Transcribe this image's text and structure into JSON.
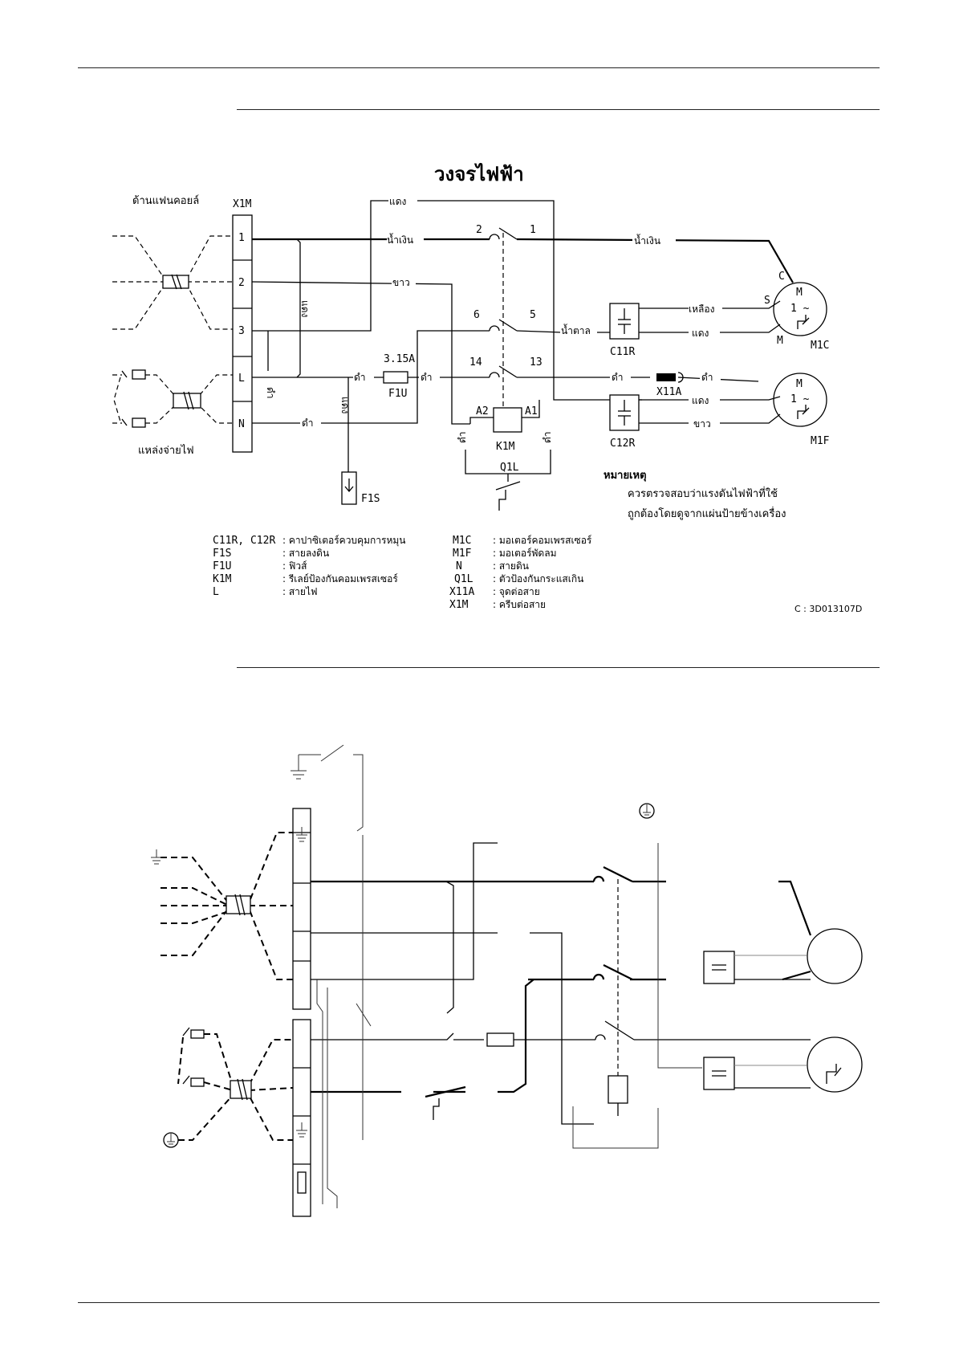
{
  "title": "วงจรไฟฟ้า",
  "labels": {
    "fan_coil_side": "ด้านแฟนคอยล์",
    "power_source": "แหล่งจ่ายไฟ",
    "terminal_block": "X1M",
    "terminal_numbers": [
      "1",
      "2",
      "3",
      "L",
      "N"
    ],
    "wire_red": "แดง",
    "wire_blue": "น้ำเงิน",
    "wire_white": "ขาว",
    "wire_brown": "น้ำตาล",
    "wire_black": "ดำ",
    "wire_yellow": "เหลือง",
    "fuse_rating": "3.15A",
    "fuse_name": "F1U",
    "contact_2": "2",
    "contact_1": "1",
    "contact_6": "6",
    "contact_5": "5",
    "contact_14": "14",
    "contact_13": "13",
    "coil_a2": "A2",
    "coil_a1": "A1",
    "relay_name": "K1M",
    "overload_name": "Q1L",
    "ground_name": "F1S",
    "cap_c11r": "C11R",
    "cap_c12r": "C12R",
    "connector": "X11A",
    "motor_comp": "M1C",
    "motor_fan": "M1F",
    "motor_c": "C",
    "motor_s": "S",
    "motor_m": "M",
    "motor_symbol": "M",
    "motor_phase": "1 ~"
  },
  "note": {
    "heading": "หมายเหตุ",
    "line1": "ควรตรวจสอบว่าแรงดันไฟฟ้าที่ใช้",
    "line2": "ถูกต้องโดยดูจากแผ่นป้ายข้างเครื่อง"
  },
  "legend_left": [
    {
      "code": "C11R, C12R",
      "desc": ": คาปาซิเตอร์ควบคุมการหมุน"
    },
    {
      "code": "F1S",
      "desc": ": สายลงดิน"
    },
    {
      "code": "F1U",
      "desc": ": ฟิวส์"
    },
    {
      "code": "K1M",
      "desc": ": รีเลย์ป้องกันคอมเพรสเซอร์"
    },
    {
      "code": "L",
      "desc": ": สายไฟ"
    }
  ],
  "legend_right": [
    {
      "code": "M1C",
      "desc": ": มอเตอร์คอมเพรสเซอร์"
    },
    {
      "code": "M1F",
      "desc": ": มอเตอร์พัดลม"
    },
    {
      "code": "N",
      "desc": ": สายดิน"
    },
    {
      "code": "Q1L",
      "desc": ": ตัวป้องกันกระแสเกิน"
    },
    {
      "code": "X11A",
      "desc": ": จุดต่อสาย"
    },
    {
      "code": "X1M",
      "desc": ": ครีบต่อสาย"
    }
  ],
  "drawing_code": "C : 3D013107D"
}
